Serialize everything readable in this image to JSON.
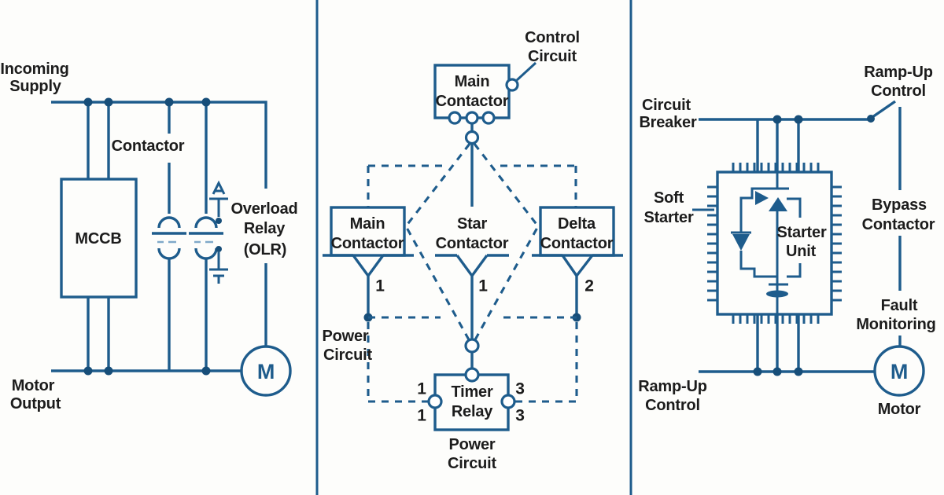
{
  "colors": {
    "line": "#1e5c8c",
    "dot": "#174e79",
    "text": "#1c1c1c"
  },
  "left": {
    "incoming_supply": [
      "Incoming",
      "Supply"
    ],
    "contactor": "Contactor",
    "mccb": "MCCB",
    "olr": [
      "Overload",
      "Relay",
      "(OLR)"
    ],
    "motor_output": [
      "Motor",
      "Output"
    ],
    "motor_m": "M"
  },
  "middle": {
    "control_circuit": [
      "Control",
      "Circuit"
    ],
    "main_top": [
      "Main",
      "Contactor"
    ],
    "main": [
      "Main",
      "Contactor"
    ],
    "star": [
      "Star",
      "Contactor"
    ],
    "delta": [
      "Delta",
      "Contactor"
    ],
    "num_main": "1",
    "num_star": "1",
    "num_delta": "2",
    "power_left": [
      "Power",
      "Circuit"
    ],
    "timer": [
      "Timer",
      "Relay"
    ],
    "t1a": "1",
    "t1b": "1",
    "t3a": "3",
    "t3b": "3",
    "power_bottom": [
      "Power",
      "Circuit"
    ]
  },
  "right": {
    "ramp_top": [
      "Ramp-Up",
      "Control"
    ],
    "circuit_breaker": [
      "Circuit",
      "Breaker"
    ],
    "soft_starter": [
      "Soft",
      "Starter"
    ],
    "starter_unit": [
      "Starter",
      "Unit"
    ],
    "bypass": [
      "Bypass",
      "Contactor"
    ],
    "fault": [
      "Fault",
      "Monitoring"
    ],
    "ramp_bottom": [
      "Ramp-Up",
      "Control"
    ],
    "motor_m": "M",
    "motor": "Motor"
  }
}
